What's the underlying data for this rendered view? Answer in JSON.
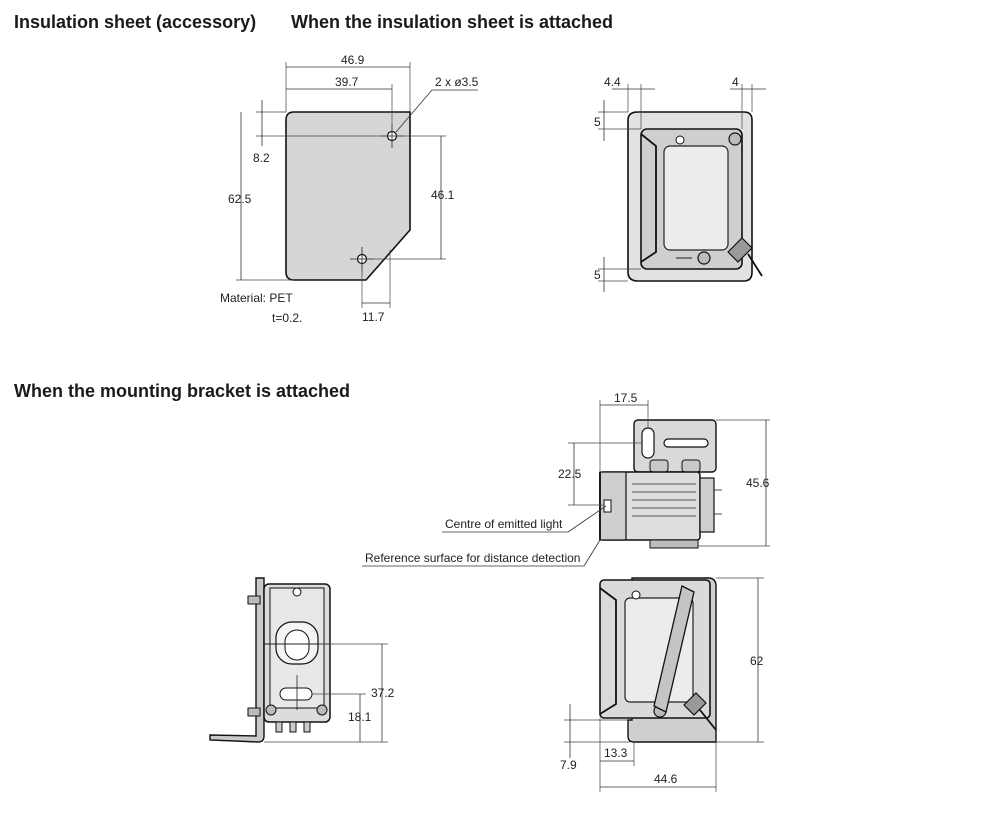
{
  "headings": {
    "insulation_sheet": "Insulation sheet (accessory)",
    "sheet_attached": "When the insulation sheet is attached",
    "bracket_attached": "When the mounting bracket is attached"
  },
  "sheet": {
    "w_total": "46.9",
    "w_hole": "39.7",
    "holes": "2 x ø3.5",
    "top_hole": "8.2",
    "height": "62.5",
    "hole_pitch": "46.1",
    "bottom_hole": "11.7",
    "material": "Material: PET",
    "thickness": "t=0.2."
  },
  "attached": {
    "left": "4.4",
    "right": "4",
    "top": "5",
    "bottom": "5"
  },
  "bracket": {
    "width_top": "17.5",
    "center_height": "22.5",
    "height_side": "45.6",
    "centre_light": "Centre of emitted light",
    "reference_surface": "Reference surface for distance detection",
    "front_height": "37.2",
    "front_low": "18.1",
    "total_height": "62",
    "bottom_offset": "7.9",
    "inner_width": "13.3",
    "total_width": "44.6"
  }
}
